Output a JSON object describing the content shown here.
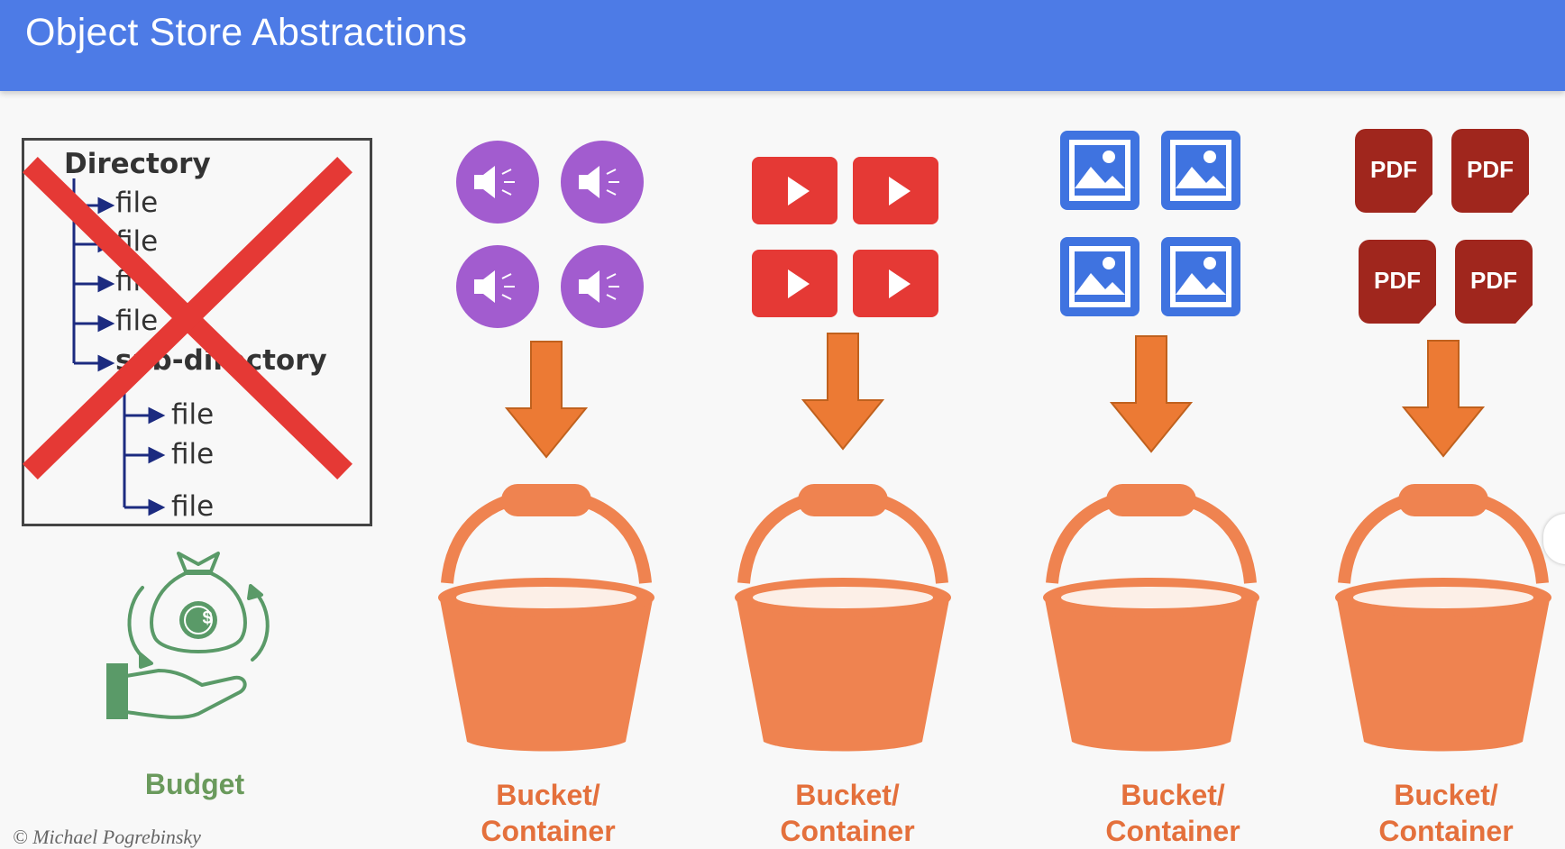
{
  "header": {
    "title": "Object Store Abstractions"
  },
  "directory_tree": {
    "root_label": "Directory",
    "items": [
      "file",
      "file",
      "file",
      "file",
      "sub-directory"
    ],
    "sub_items": [
      "file",
      "file",
      "file"
    ]
  },
  "budget": {
    "label": "Budget",
    "icon": "money-bag-hand-icon",
    "coin_symbol": "$"
  },
  "credit": "© Michael Pogrebinsky",
  "columns": [
    {
      "icon_type": "speaker-icon",
      "bucket_label_line1": "Bucket/",
      "bucket_label_line2": "Container"
    },
    {
      "icon_type": "play-video-icon",
      "bucket_label_line1": "Bucket/",
      "bucket_label_line2": "Container"
    },
    {
      "icon_type": "image-icon",
      "bucket_label_line1": "Bucket/",
      "bucket_label_line2": "Container"
    },
    {
      "icon_type": "pdf-icon",
      "bucket_label_line1": "Bucket/",
      "bucket_label_line2": "Container",
      "pdf_text": "PDF"
    }
  ],
  "colors": {
    "header": "#4d7be6",
    "bucket": "#ef8350",
    "arrow": "#ec7a34",
    "speaker": "#a25ccf",
    "video": "#e53935",
    "image": "#3f73e0",
    "pdf": "#a0261d",
    "cross": "#e53935",
    "budget": "#5a9a68"
  }
}
